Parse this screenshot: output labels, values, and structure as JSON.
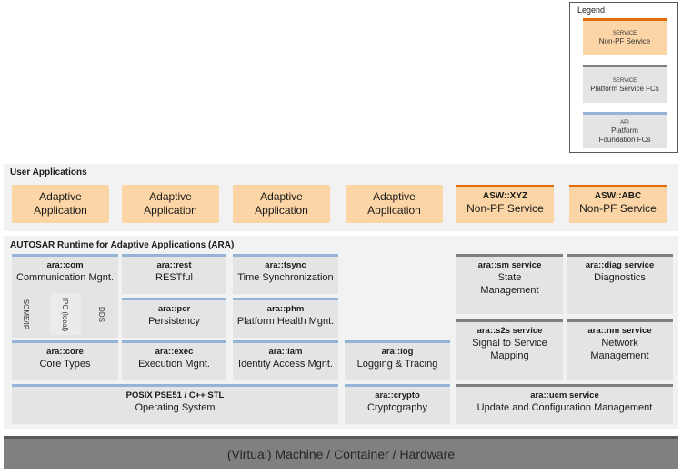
{
  "legend": {
    "title": "Legend",
    "items": [
      {
        "tag": "SERVICE",
        "label": "Non-PF Service"
      },
      {
        "tag": "SERVICE",
        "label": "Platform Service FCs"
      },
      {
        "tag": "API",
        "label": "Platform Foundation FCs"
      }
    ]
  },
  "user_apps": {
    "title": "User Applications",
    "apps": [
      "Adaptive Application",
      "Adaptive Application",
      "Adaptive Application",
      "Adaptive Application"
    ],
    "nonpf": [
      {
        "title": "ASW::XYZ",
        "sub": "Non-PF Service"
      },
      {
        "title": "ASW::ABC",
        "sub": "Non-PF Service"
      }
    ]
  },
  "ara": {
    "title": "AUTOSAR Runtime for Adaptive Applications  (ARA)",
    "com": {
      "title": "ara::com",
      "sub": "Communication Mgnt.",
      "bindings": [
        "SOME/IP",
        "IPC (local)",
        "DDS"
      ]
    },
    "rest": {
      "title": "ara::rest",
      "sub": "RESTful"
    },
    "tsync": {
      "title": "ara::tsync",
      "sub": "Time Synchronization"
    },
    "per": {
      "title": "ara::per",
      "sub": "Persistency"
    },
    "phm": {
      "title": "ara::phm",
      "sub": "Platform Health Mgnt."
    },
    "core": {
      "title": "ara::core",
      "sub": "Core Types"
    },
    "exec": {
      "title": "ara::exec",
      "sub": "Execution Mgnt."
    },
    "iam": {
      "title": "ara::iam",
      "sub": "Identity Access Mgnt."
    },
    "log": {
      "title": "ara::log",
      "sub": "Logging & Tracing"
    },
    "posix": {
      "title": "POSIX PSE51 / C++ STL",
      "sub": "Operating System"
    },
    "crypto": {
      "title": "ara::crypto",
      "sub": "Cryptography"
    },
    "sm": {
      "title": "ara::sm service",
      "sub": "State Management"
    },
    "diag": {
      "title": "ara::diag service",
      "sub": "Diagnostics"
    },
    "s2s": {
      "title": "ara::s2s service",
      "sub": "Signal to Service Mapping"
    },
    "nm": {
      "title": "ara::nm service",
      "sub": "Network Management"
    },
    "ucm": {
      "title": "ara::ucm service",
      "sub": "Update and Configuration Management"
    }
  },
  "machine": {
    "label": "(Virtual) Machine / Container / Hardware"
  }
}
